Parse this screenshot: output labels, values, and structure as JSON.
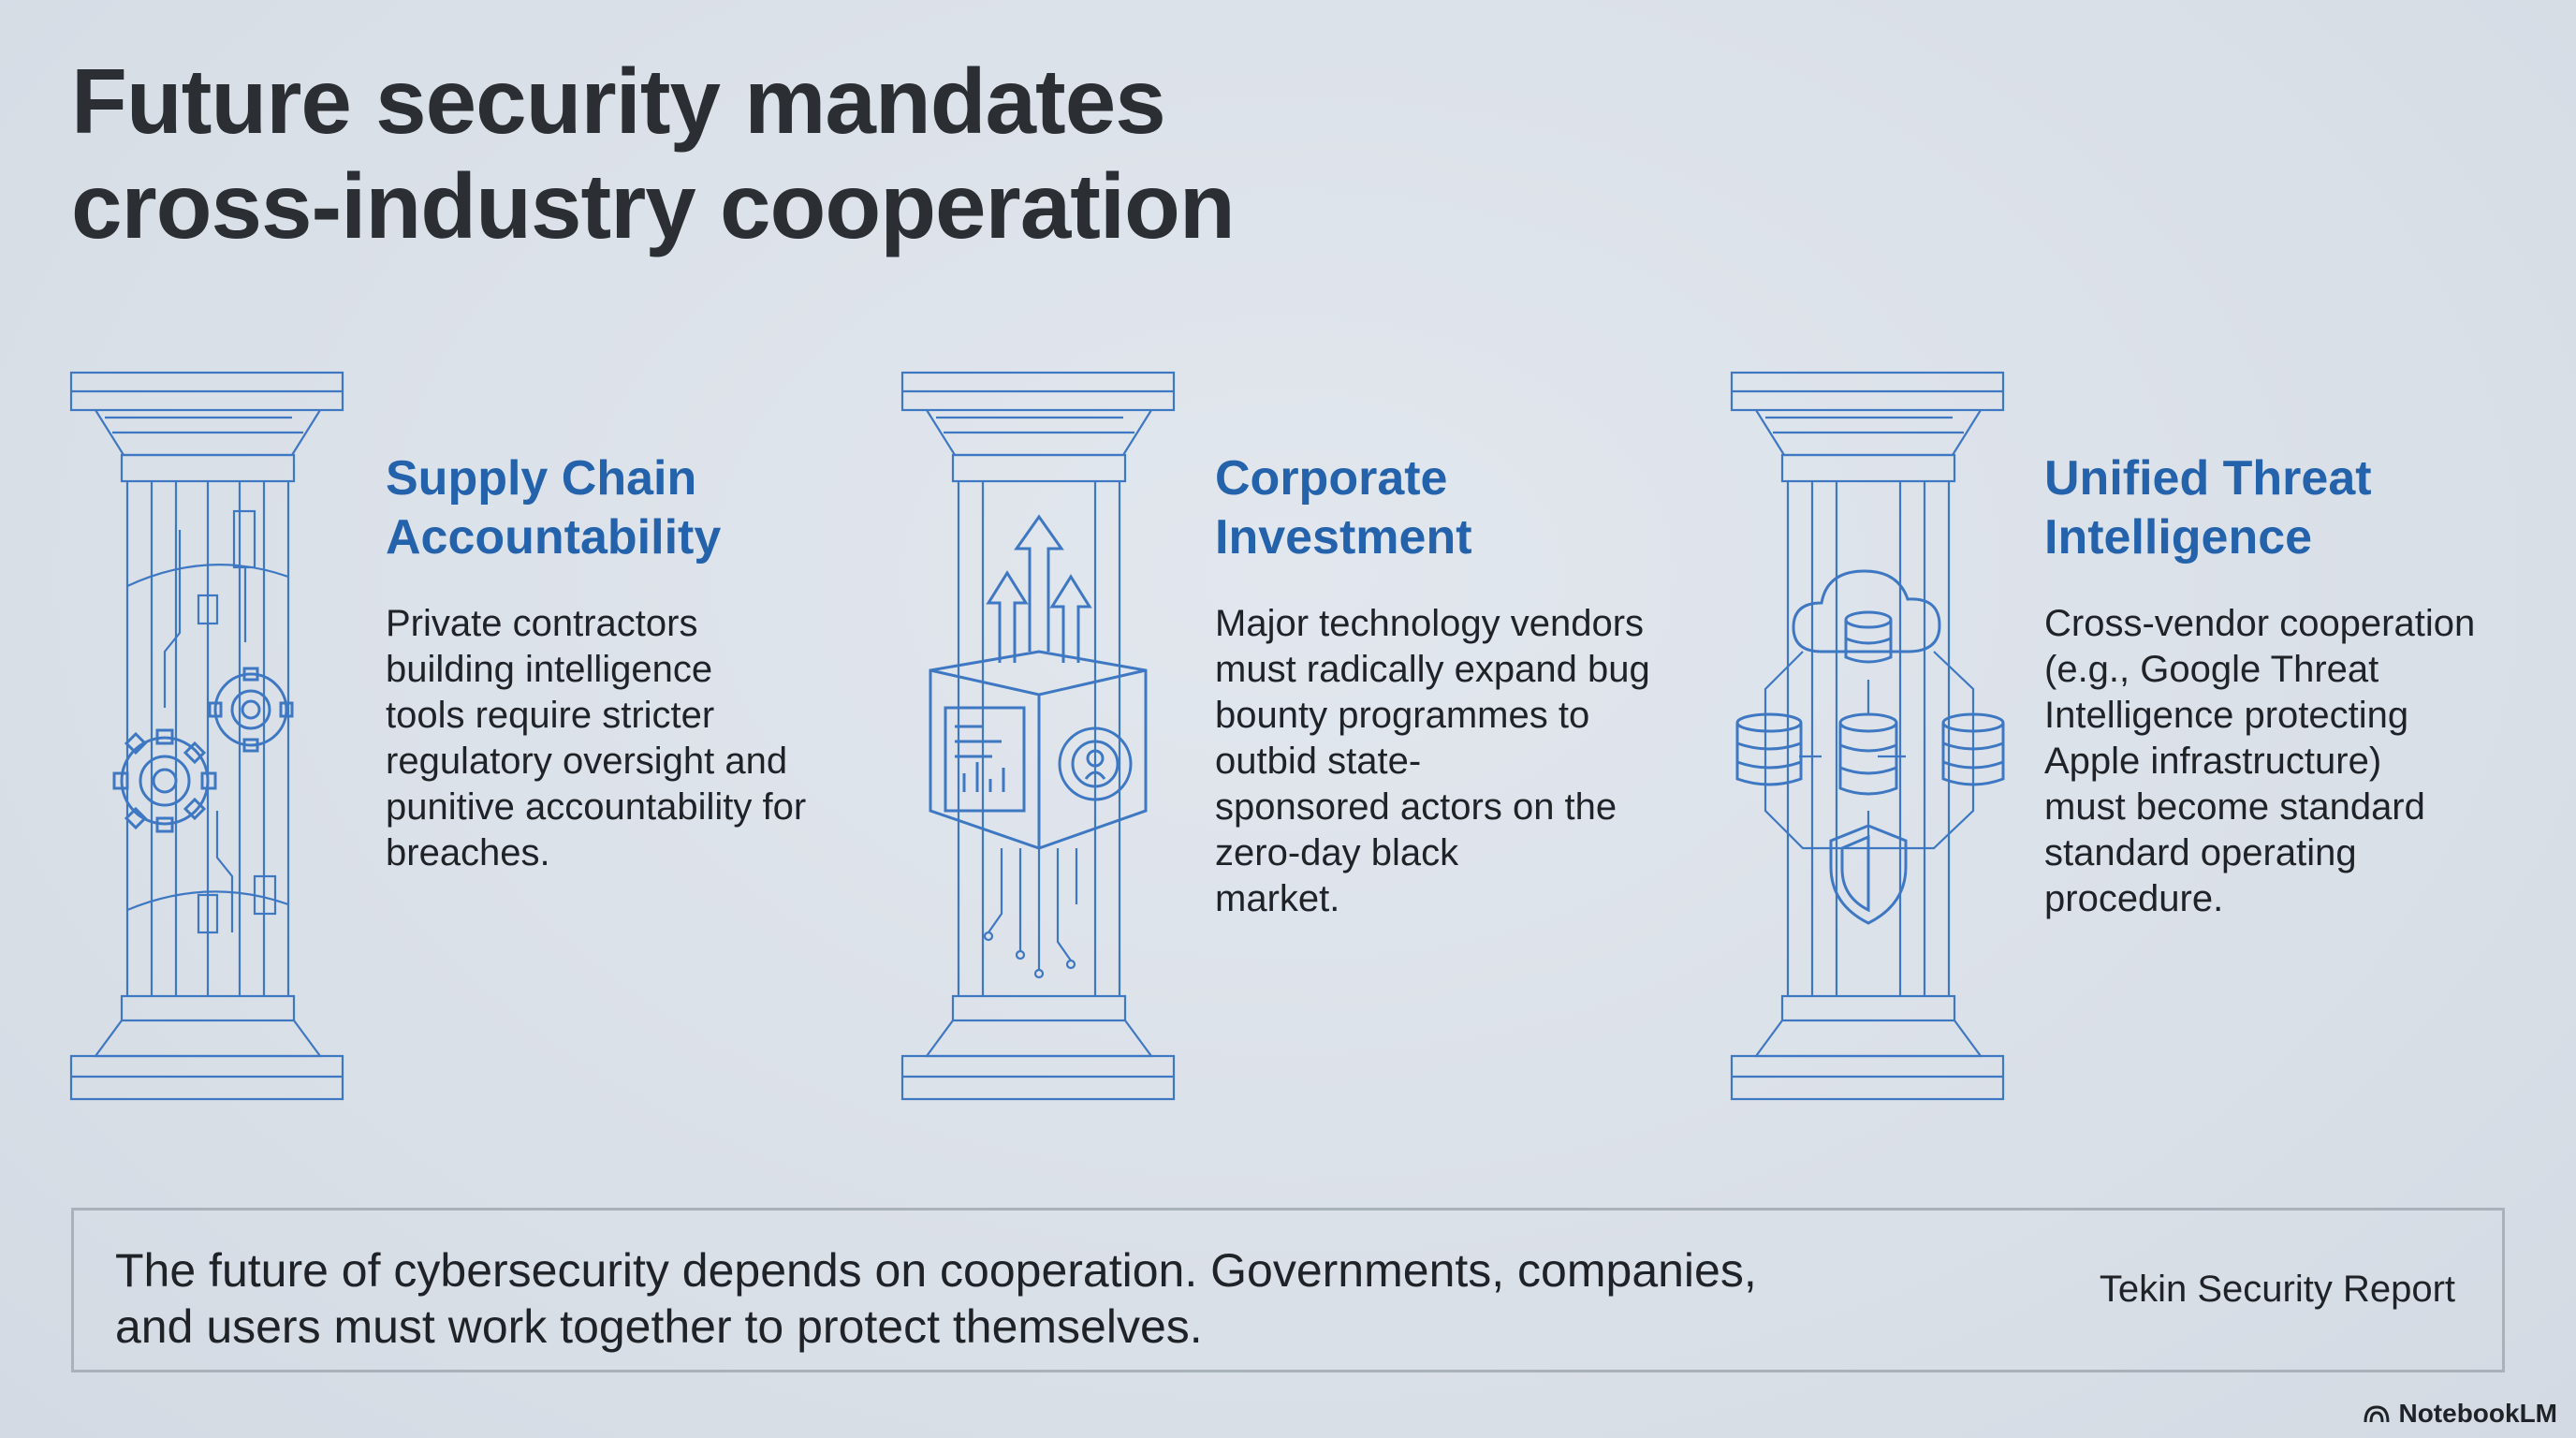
{
  "title": {
    "line1": "Future security mandates",
    "line2": "cross-industry cooperation"
  },
  "pillars": [
    {
      "heading": [
        "Supply Chain",
        "Accountability"
      ],
      "body": [
        "Private contractors",
        "building intelligence",
        "tools require stricter",
        "regulatory oversight and",
        "punitive accountability for",
        "breaches."
      ],
      "icon": "gears-icon"
    },
    {
      "heading": [
        "Corporate",
        "Investment"
      ],
      "body": [
        "Major technology vendors",
        "must radically expand bug",
        "bounty programmes to",
        "outbid state-",
        "sponsored actors on the",
        "zero-day black",
        "market."
      ],
      "icon": "investment-cube-icon"
    },
    {
      "heading": [
        "Unified Threat",
        "Intelligence"
      ],
      "body": [
        "Cross-vendor cooperation",
        "(e.g., Google Threat",
        "Intelligence protecting",
        "Apple infrastructure)",
        "must become standard",
        "standard operating",
        "procedure."
      ],
      "icon": "cloud-database-shield-icon"
    }
  ],
  "footer": {
    "line1": "The future of cybersecurity depends on cooperation. Governments, companies,",
    "line2": "and users must work together to protect themselves.",
    "source": "Tekin Security Report"
  },
  "brand": {
    "label": "NotebookLM"
  },
  "colors": {
    "accent": "#2463ab",
    "pillar_stroke": "#3f78c2",
    "background": "#dde3ea",
    "text": "#1f2226"
  }
}
